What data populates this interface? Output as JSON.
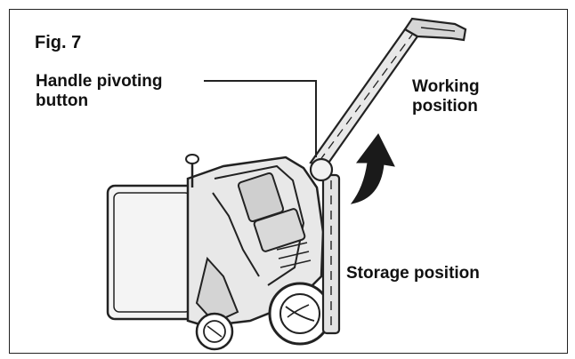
{
  "figure": {
    "fig_label": "Fig. 7",
    "labels": {
      "pivot_button": "Handle pivoting button",
      "working_position": "Working position",
      "storage_position": "Storage position"
    }
  },
  "colors": {
    "line": "#222222",
    "shade": "#9a9a9a",
    "fill_light": "#ececec",
    "fill_mid": "#cfcfcf",
    "arrow": "#1a1a1a"
  }
}
